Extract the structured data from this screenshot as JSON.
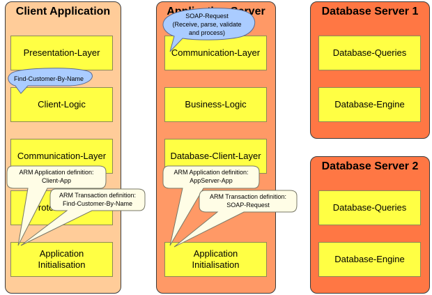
{
  "colors": {
    "client_panel": "#ffcc99",
    "app_panel": "#ff9966",
    "db_panel": "#ff7744",
    "layer": "#ffff44",
    "note_fill": "#fffde6",
    "bubble_fill": "#aaccff"
  },
  "client": {
    "title": "Client Application",
    "layers": [
      "Presentation-Layer",
      "Client-Logic",
      "Communication-Layer",
      "Protocol-Layer",
      "Application\nInitialisation"
    ]
  },
  "appserver": {
    "title": "Application Server",
    "layers": [
      "Communication-Layer",
      "Business-Logic",
      "Database-Client-Layer",
      "Application\nInitialisation"
    ]
  },
  "db1": {
    "title": "Database Server 1",
    "layers": [
      "Database-Queries",
      "Database-Engine"
    ]
  },
  "db2": {
    "title": "Database Server 2",
    "layers": [
      "Database-Queries",
      "Database-Engine"
    ]
  },
  "callouts": {
    "soap_bubble": [
      "SOAP-Request",
      "(Receive, parse, validate",
      "and process)"
    ],
    "find_bubble": [
      "Find-Customer-By-Name"
    ],
    "client_app_note": [
      "ARM Application definition:",
      "Client-App"
    ],
    "client_trans_note": [
      "ARM Transaction definition:",
      "Find-Customer-By-Name"
    ],
    "server_app_note": [
      "ARM Application definition:",
      "AppServer-App"
    ],
    "server_trans_note": [
      "ARM Transaction definition:",
      "SOAP-Request"
    ]
  }
}
